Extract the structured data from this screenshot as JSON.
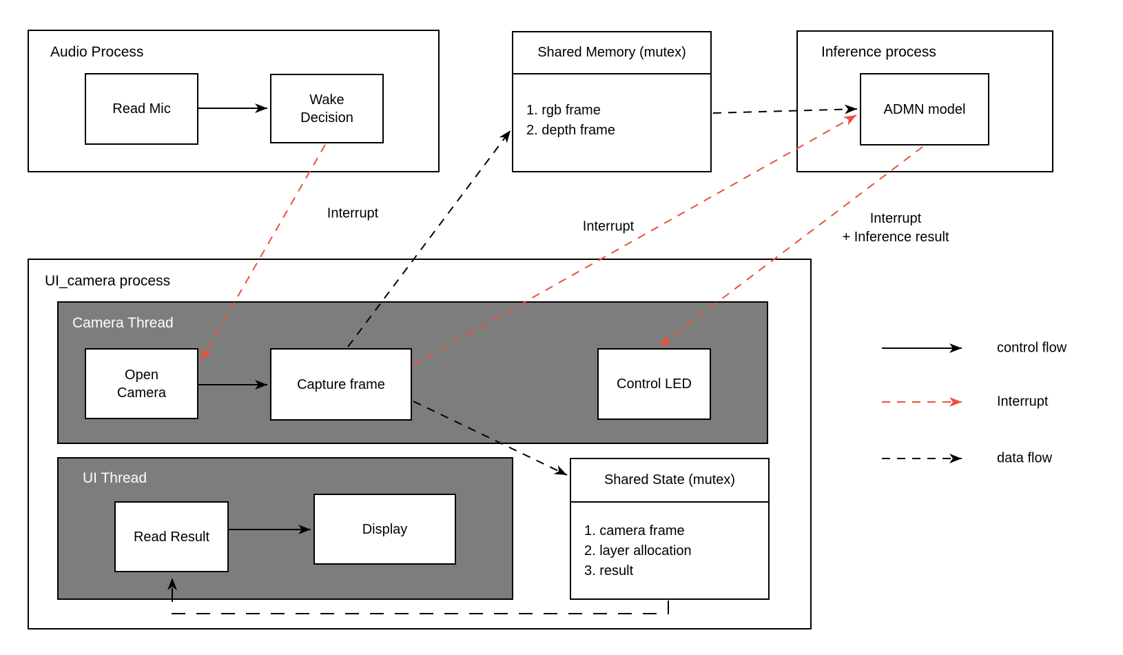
{
  "colors": {
    "red": "#e8503a",
    "gray": "#7d7d7d",
    "line": "#000000",
    "bg": "#ffffff"
  },
  "nodes": {
    "audio_process": {
      "title": "Audio Process"
    },
    "read_mic": {
      "label": "Read Mic"
    },
    "wake_decision": {
      "label": "Wake\nDecision"
    },
    "shared_memory": {
      "title": "Shared Memory (mutex)",
      "items": [
        "1. rgb frame",
        "2. depth frame"
      ]
    },
    "inference_process": {
      "title": "Inference process"
    },
    "admn_model": {
      "label": "ADMN model"
    },
    "ui_camera_process": {
      "title": "UI_camera process"
    },
    "camera_thread": {
      "title": "Camera Thread"
    },
    "open_camera": {
      "label": "Open\nCamera"
    },
    "capture_frame": {
      "label": "Capture frame"
    },
    "control_led": {
      "label": "Control LED"
    },
    "ui_thread": {
      "title": "UI Thread"
    },
    "read_result": {
      "label": "Read Result"
    },
    "display": {
      "label": "Display"
    },
    "shared_state": {
      "title": "Shared State (mutex)",
      "items": [
        "1. camera frame",
        "2. layer allocation",
        "3. result"
      ]
    }
  },
  "edge_labels": {
    "interrupt_to_open_camera": "Interrupt",
    "interrupt_to_admn": "Interrupt",
    "interrupt_to_led_line1": "Interrupt",
    "interrupt_to_led_line2": "+ Inference result"
  },
  "legend": {
    "control_flow": "control flow",
    "interrupt": "Interrupt",
    "data_flow": "data flow"
  }
}
